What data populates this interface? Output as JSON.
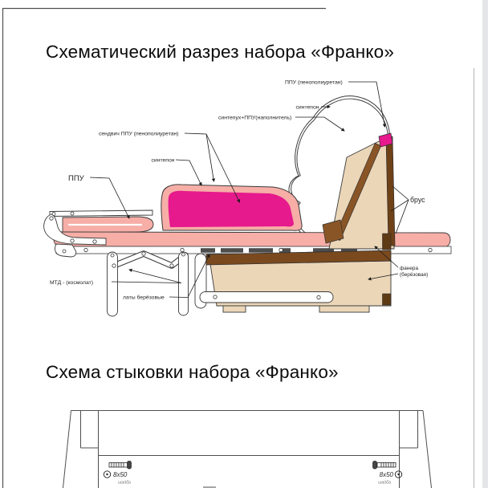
{
  "titles": {
    "section1": "Схематический разрез набора «Франко»",
    "section2": "Схема стыковки набора «Франко»"
  },
  "cross_section_labels": {
    "ppu_top": "ППУ (пенополиуретан)",
    "sintepon_back": "синтепон",
    "sintepuh_ppu": "синтепух+ППУ(наполнитель)",
    "sandwich_ppu": "сендвич ППУ (пенополиуретан)",
    "sintepon_seat": "синтепон",
    "ppu_seat": "ППУ",
    "mtd": "МТД - (космолат)",
    "laty": "латы берёзовые",
    "brus": "брус",
    "fanera_1": "фанера",
    "fanera_2": "(берёзовая)"
  },
  "joining_scheme": {
    "screw_left_size": "8x50",
    "screw_left_note": "шайба",
    "screw_right_size": "8x50",
    "screw_right_note": "шайба"
  },
  "colors": {
    "foam_magenta": "#E61A8C",
    "wrap_pink": "#F6AEA7",
    "plywood_beige": "#EBD6B8",
    "bar_brown": "#8A5526",
    "bar_dark_brown": "#6E4117",
    "box_bar_brown": "#7A4A1E",
    "outline": "#3A3A3A"
  }
}
